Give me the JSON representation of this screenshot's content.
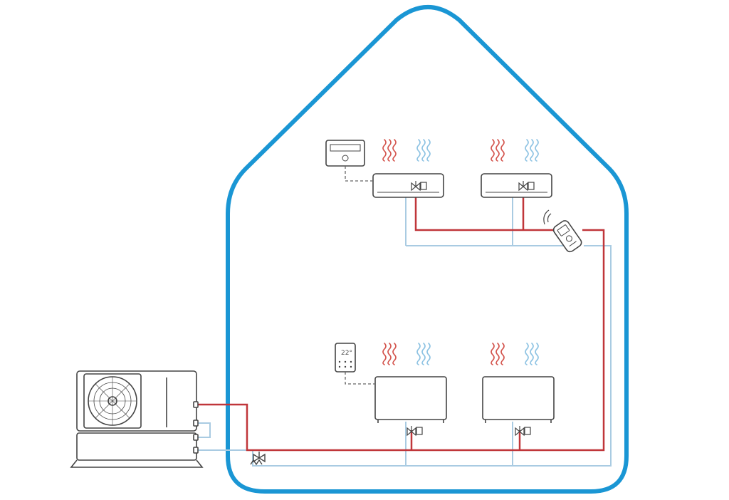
{
  "colors": {
    "house_outline": "#1a96d4",
    "hot_pipe": "#c0363a",
    "cold_pipe": "#a9cbe2",
    "equipment_stroke": "#444444",
    "control_wire": "#666666",
    "heat_wave": "#d4564f",
    "cool_wave": "#8ec3e3",
    "background": "#ffffff"
  },
  "thermostat_display": "22°",
  "components": {
    "house": "house-outline",
    "outdoor_unit": "heat-pump-outdoor-unit",
    "wall_units": [
      "fan-coil-wall-unit-left",
      "fan-coil-wall-unit-right"
    ],
    "floor_units": [
      "fan-coil-floor-unit-left",
      "fan-coil-floor-unit-right"
    ],
    "controls": [
      "wall-controller",
      "remote-control",
      "wall-thermostat"
    ],
    "valves": [
      "three-way-valve",
      "zone-valve"
    ]
  }
}
